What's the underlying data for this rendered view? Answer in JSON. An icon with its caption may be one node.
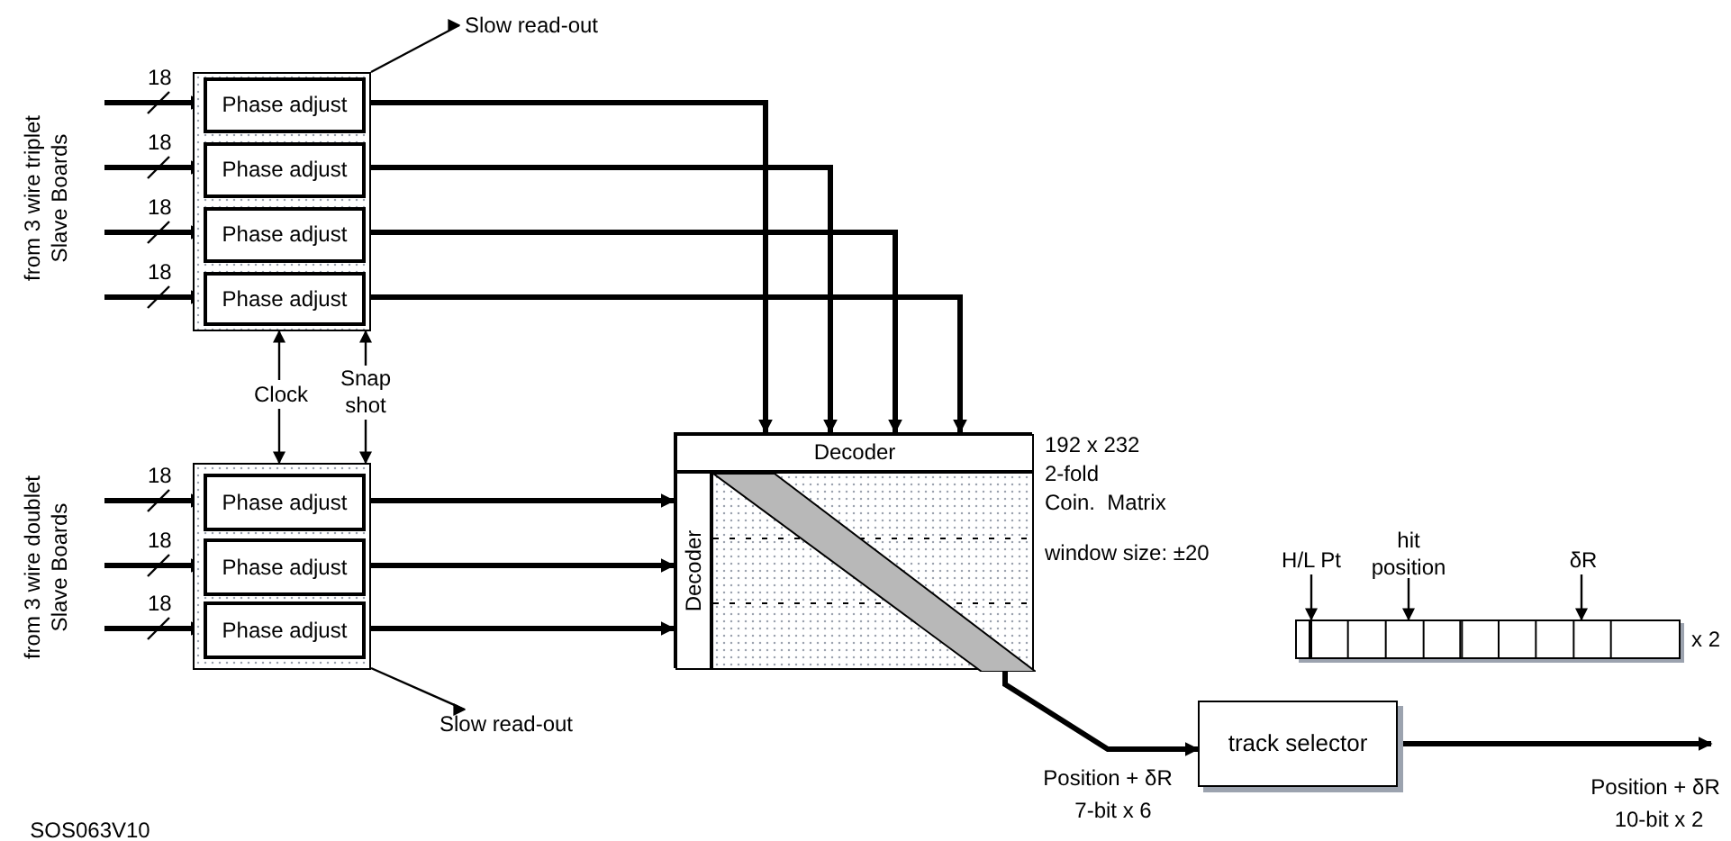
{
  "diagram": {
    "nodes": [
      {
        "text": [],
        "shape": "box"
      },
      {
        "text": [
          "Phase adjust"
        ],
        "in": 0
      },
      {
        "text": [
          "Phase adjust"
        ],
        "in": 0
      },
      {
        "text": [
          "Phase adjust"
        ],
        "in": 0
      },
      {
        "text": [
          "Phase adjust"
        ],
        "in": 0
      },
      {
        "text": [
          "Slow read-out"
        ]
      },
      {
        "text": [
          "Clock"
        ]
      },
      {
        "text": [
          "Snap shot"
        ]
      },
      {
        "text": [],
        "shape": "box"
      },
      {
        "text": [
          "Phase adjust"
        ],
        "in": 8
      },
      {
        "text": [
          "Phase adjust"
        ],
        "in": 8
      },
      {
        "text": [
          "Phase adjust"
        ],
        "in": 8
      },
      {
        "text": [
          "Slow read-out"
        ]
      },
      {
        "text": [],
        "shape": "box",
        "beside": [
          "192 x 232",
          "2-fold",
          "Coin.  Matrix",
          "window size: ±20"
        ]
      },
      {
        "text": [
          "Decoder"
        ],
        "in": 13
      },
      {
        "text": [
          "Decoder"
        ],
        "in": 13
      },
      {
        "text": [],
        "shape": "box",
        "in": 13
      },
      {
        "text": [
          "H/L Pt"
        ]
      },
      {
        "text": [
          "hit position"
        ]
      },
      {
        "text": [
          "δR"
        ]
      },
      {
        "text": [],
        "shape": "bar",
        "beside": [
          "x 2"
        ]
      },
      {
        "text": [
          "track selector"
        ]
      }
    ],
    "edges": [
      {
        "from": null,
        "to": 1,
        "arrow": "to",
        "label": "18"
      },
      {
        "from": null,
        "to": 2,
        "arrow": "to",
        "label": "18"
      },
      {
        "from": null,
        "to": 3,
        "arrow": "to",
        "label": "18"
      },
      {
        "from": null,
        "to": 4,
        "arrow": "to",
        "label": "18"
      },
      {
        "from": null,
        "to": 9,
        "arrow": "to",
        "label": "18"
      },
      {
        "from": null,
        "to": 10,
        "arrow": "to",
        "label": "18"
      },
      {
        "from": null,
        "to": 11,
        "arrow": "to",
        "label": "18"
      },
      {
        "from": 0,
        "to": 5,
        "arrow": "to"
      },
      {
        "from": 8,
        "to": 12,
        "arrow": "to"
      },
      {
        "from": 6,
        "to": 0,
        "arrow": "to"
      },
      {
        "from": 7,
        "to": 0,
        "arrow": "to"
      },
      {
        "from": 6,
        "to": 8,
        "arrow": "to"
      },
      {
        "from": 7,
        "to": 8,
        "arrow": "to"
      },
      {
        "from": 1,
        "to": 14,
        "arrow": "to"
      },
      {
        "from": 2,
        "to": 14,
        "arrow": "to"
      },
      {
        "from": 3,
        "to": 14,
        "arrow": "to"
      },
      {
        "from": 4,
        "to": 14,
        "arrow": "to"
      },
      {
        "from": 9,
        "to": 15,
        "arrow": "to"
      },
      {
        "from": 10,
        "to": 15,
        "arrow": "to"
      },
      {
        "from": 11,
        "to": 15,
        "arrow": "to"
      },
      {
        "from": 16,
        "to": 21,
        "arrow": "to"
      },
      {
        "from": 21,
        "to": null,
        "arrow": "to"
      },
      {
        "from": 17,
        "to": 20,
        "arrow": "to"
      },
      {
        "from": 18,
        "to": 20,
        "arrow": "to"
      },
      {
        "from": 19,
        "to": 20,
        "arrow": "to"
      }
    ],
    "labels": [
      "from 3 wire triplet Slave Boards",
      "from 3 wire doublet Slave Boards",
      "Position + δR",
      "7-bit x 6",
      "Position + δR",
      "10-bit x 2",
      "SOS063V10"
    ]
  }
}
